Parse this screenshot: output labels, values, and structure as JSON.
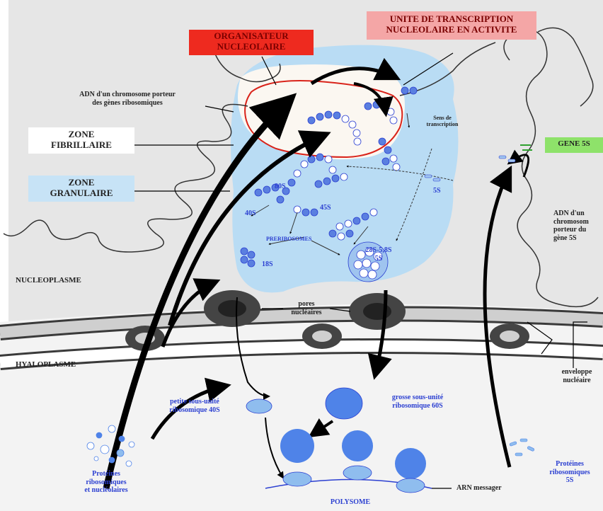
{
  "labels": {
    "organisateur": "ORGANISATEUR\nNUCLEOLAIRE",
    "unite": "UNITE DE TRANSCRIPTION\nNUCLEOLAIRE EN ACTIVITE",
    "adn_chromosome": "ADN d'un chromosome porteur\ndes gènes ribosomiques",
    "zone_fibrillaire": "ZONE\nFIBRILLAIRE",
    "zone_granulaire": "ZONE\nGRANULAIRE",
    "sens_transcription": "Sens de\ntranscription",
    "gene_5s": "GENE 5S",
    "adn_5s": "ADN d'un\nchromosom\nporteur du\ngène 5S",
    "s80": "80S",
    "s40": "40S",
    "s45": "45S",
    "s5a": "5S",
    "preribosomes": "PRERIBOSOMES",
    "s28": "28S-5,8S\n5S",
    "s18": "18S",
    "nucleoplasme": "NUCLEOPLASME",
    "pores": "pores\nnucléaires",
    "hyaloplasme": "HYALOPLASME",
    "enveloppe": "enveloppe\nnucléaire",
    "petite": "petite sous-unité\nribosomique 40S",
    "grosse": "grosse sous-unité\nribosomique 60S",
    "proteines_nucl": "Protéines\nribosomiques\net nucléolaires",
    "proteines_5s": "Protéines\nribosomiques\n5S",
    "arn": "ARN messager",
    "polysome": "POLYSOME"
  },
  "colors": {
    "organisateur_box": "#ee2a1f",
    "unite_box": "#f4a6a6",
    "zone_fibrillaire_box": "#ffffff",
    "zone_granulaire_box": "#c7e3f6",
    "gene_5s_box": "#8ee26a",
    "nucleolus": "#b9dcf4",
    "fibrillar": "#fbf7f1",
    "nucleoplasm": "#e6e6e6",
    "label_blue": "#2b3fd1",
    "subunit_blue": "#4f83e8",
    "small_subunit": "#8fbdee"
  }
}
